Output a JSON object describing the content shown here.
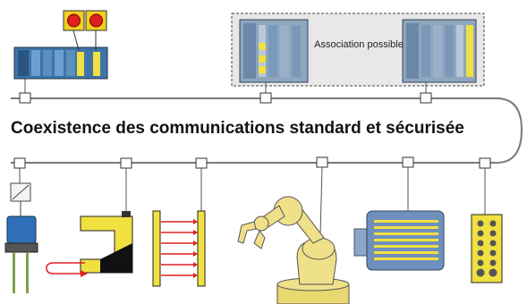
{
  "heading": "Coexistence des communications standard et sécurisée",
  "association_label": "Association possible",
  "colors": {
    "bus": "#777777",
    "plc_blue": "#3a6fa0",
    "safety_yellow": "#f0e040",
    "dashed_group_fill": "#e6e6e6",
    "emergency_red": "#e02020"
  },
  "nodes": [
    {
      "id": "plc-standard-safety",
      "icon": "plc-rack-icon"
    },
    {
      "id": "plc-safety-group",
      "icon": "plc-rack-icon"
    },
    {
      "id": "plc-standard-group",
      "icon": "plc-rack-icon"
    },
    {
      "id": "motor-starter",
      "icon": "motor-starter-icon"
    },
    {
      "id": "light-barrier",
      "icon": "light-barrier-icon"
    },
    {
      "id": "light-curtain",
      "icon": "light-curtain-icon"
    },
    {
      "id": "robot-arm",
      "icon": "robot-arm-icon"
    },
    {
      "id": "motor",
      "icon": "motor-icon"
    },
    {
      "id": "io-module",
      "icon": "io-module-icon"
    }
  ]
}
